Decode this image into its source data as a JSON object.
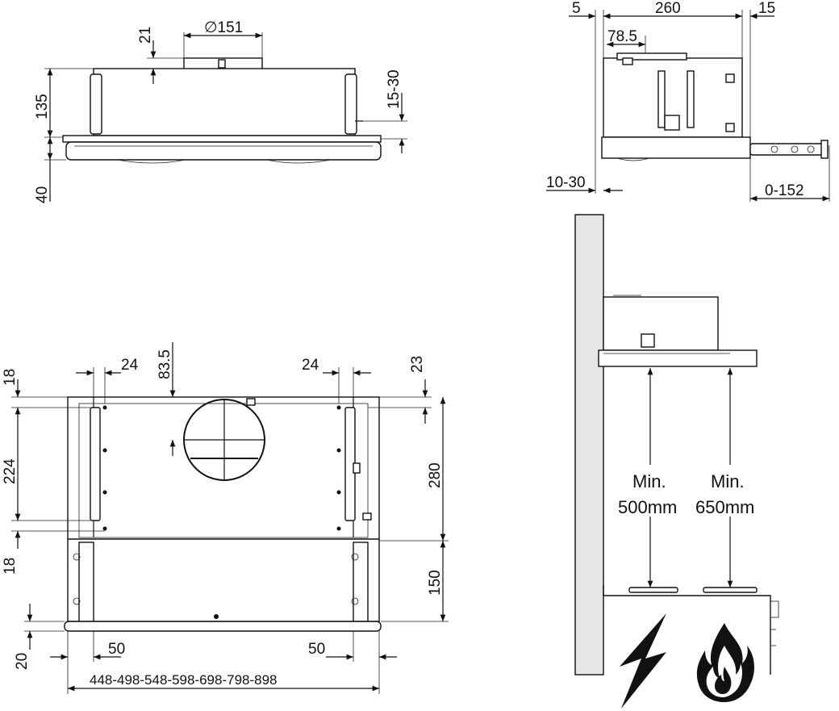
{
  "top_view": {
    "duct_diameter": "∅151",
    "collar_height": "21",
    "body_height": "135",
    "visor_height": "40",
    "adjust_range": "15-30"
  },
  "side_view": {
    "rear_gap": "5",
    "depth": "260",
    "front_overhang": "15",
    "duct_offset": "78.5",
    "wall_offset": "10-30",
    "extension": "0-152"
  },
  "front_view": {
    "bracket_left": "24",
    "bracket_right": "24",
    "duct_center": "83.5",
    "top_margin_right": "23",
    "top_margin_left": "18",
    "bracket_span": "224",
    "bottom_margin_left": "18",
    "upper_height": "280",
    "lower_height": "150",
    "visor_thickness": "20",
    "inset_left": "50",
    "inset_right": "50",
    "widths": "448-498-548-598-698-798-898"
  },
  "installation": {
    "min_electric_line1": "Min.",
    "min_electric_line2": "500mm",
    "min_gas_line1": "Min.",
    "min_gas_line2": "650mm",
    "electric_symbol": "lightning-bolt-icon",
    "gas_symbol": "flame-icon"
  }
}
